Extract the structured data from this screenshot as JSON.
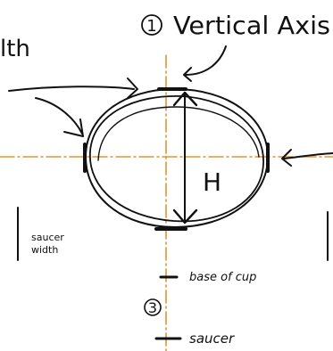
{
  "labels": {
    "step_one_number": "1",
    "vertical_axis": "Vertical Axis",
    "width_fragment": "lth",
    "height_marker": "H",
    "saucer_width_line1": "saucer",
    "saucer_width_line2": "width",
    "base_of_cup": "base of cup",
    "step_three_number": "3",
    "saucer": "saucer"
  },
  "colors": {
    "ink": "#111111",
    "axis_guide": "#e8922a"
  }
}
